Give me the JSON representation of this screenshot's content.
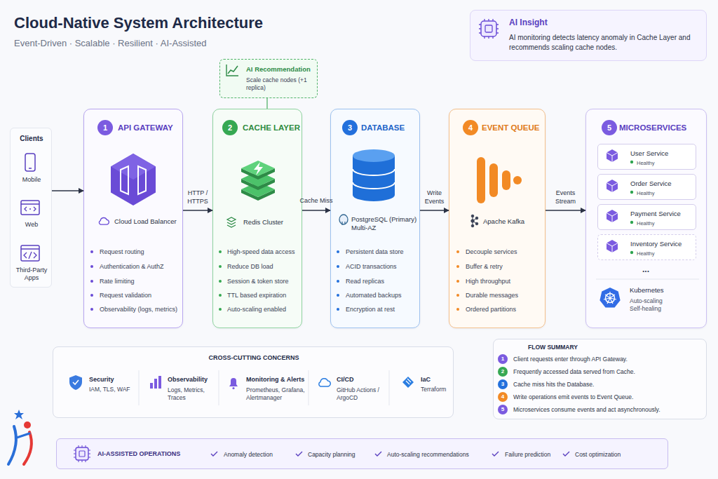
{
  "diagram": {
    "title": "Cloud-Native System Architecture",
    "nodes": [
      {
        "text": [
          "AI Insight",
          "AI monitoring detects latency anomaly in Cache Layer and recommends scaling cache nodes."
        ]
      },
      {
        "text": [
          "AI Recommendation",
          "Scale cache nodes (+1 replica)"
        ]
      },
      {
        "text": [
          "Clients",
          "Mobile",
          "Web",
          "Third-Party Apps"
        ]
      },
      {
        "text": [
          "API GATEWAY",
          "Cloud Load Balancer",
          "Request routing",
          "Authentication & AuthZ",
          "Rate limiting",
          "Request validation",
          "Observability (logs, metrics)"
        ]
      },
      {
        "text": [
          "1"
        ],
        "in": 3
      },
      {
        "text": [
          "CACHE LAYER",
          "Redis Cluster",
          "High-speed data access",
          "Reduce DB load",
          "Session & token store",
          "TTL based expiration",
          "Auto-scaling enabled"
        ]
      },
      {
        "text": [
          "2"
        ],
        "in": 5
      },
      {
        "text": [
          "DATABASE",
          "PostgreSQL (Primary) Multi-AZ",
          "Persistent data store",
          "ACID transactions",
          "Read replicas",
          "Automated backups",
          "Encryption at rest"
        ]
      },
      {
        "text": [
          "3"
        ],
        "in": 7
      },
      {
        "text": [
          "EVENT QUEUE",
          "Apache Kafka",
          "Decouple services",
          "Buffer & retry",
          "High throughput",
          "Durable messages",
          "Ordered partitions"
        ]
      },
      {
        "text": [
          "4"
        ],
        "in": 9
      },
      {
        "text": [
          "MICROSERVICES",
          "...",
          "Kubernetes",
          "Auto-scaling Self-healing"
        ]
      },
      {
        "text": [
          "5"
        ],
        "in": 11
      },
      {
        "text": [
          "User Service",
          "Healthy"
        ],
        "in": 11
      },
      {
        "text": [
          "Order Service",
          "Healthy"
        ],
        "in": 11
      },
      {
        "text": [
          "Payment Service",
          "Healthy"
        ],
        "in": 11
      },
      {
        "text": [
          "Inventory Service",
          "Healthy"
        ],
        "in": 11
      },
      {
        "text": [
          "CROSS-CUTTING CONCERNS",
          "Security",
          "IAM, TLS, WAF",
          "Observability",
          "Logs, Metrics, Traces",
          "Monitoring & Alerts",
          "Prometheus, Grafana, Alertmanager",
          "CI/CD",
          "GitHub Actions / ArgoCD",
          "IaC",
          "Terraform"
        ]
      },
      {
        "text": [
          "FLOW SUMMARY",
          "Client requests enter through API Gateway.",
          "Frequently accessed data served from Cache.",
          "Cache miss hits the Database.",
          "Write operations emit events to Event Queue.",
          "Microservices consume events and act asynchronously."
        ]
      },
      {
        "text": [
          "1"
        ],
        "in": 18
      },
      {
        "text": [
          "2"
        ],
        "in": 18
      },
      {
        "text": [
          "3"
        ],
        "in": 18
      },
      {
        "text": [
          "4"
        ],
        "in": 18
      },
      {
        "text": [
          "5"
        ],
        "in": 18
      },
      {
        "text": [
          "AI-ASSISTED OPERATIONS",
          "Anomaly detection",
          "Capacity planning",
          "Auto-scaling recommendations",
          "Failure prediction",
          "Cost optimization"
        ]
      }
    ],
    "edges": [
      {
        "from": 2,
        "to": 3,
        "arrow": "to"
      },
      {
        "from": 3,
        "to": 5,
        "label": "HTTP / HTTPS",
        "arrow": "to"
      },
      {
        "from": 5,
        "to": 7,
        "label": "Cache Miss",
        "arrow": "to"
      },
      {
        "from": 7,
        "to": 9,
        "label": "Write Events",
        "arrow": "to"
      },
      {
        "from": 9,
        "to": 11,
        "label": "Events Stream",
        "arrow": "to"
      },
      {
        "from": 1,
        "to": 5,
        "arrow": "none"
      }
    ],
    "labels": [
      "Event-Driven · Scalable · Resilient · AI-Assisted"
    ]
  }
}
